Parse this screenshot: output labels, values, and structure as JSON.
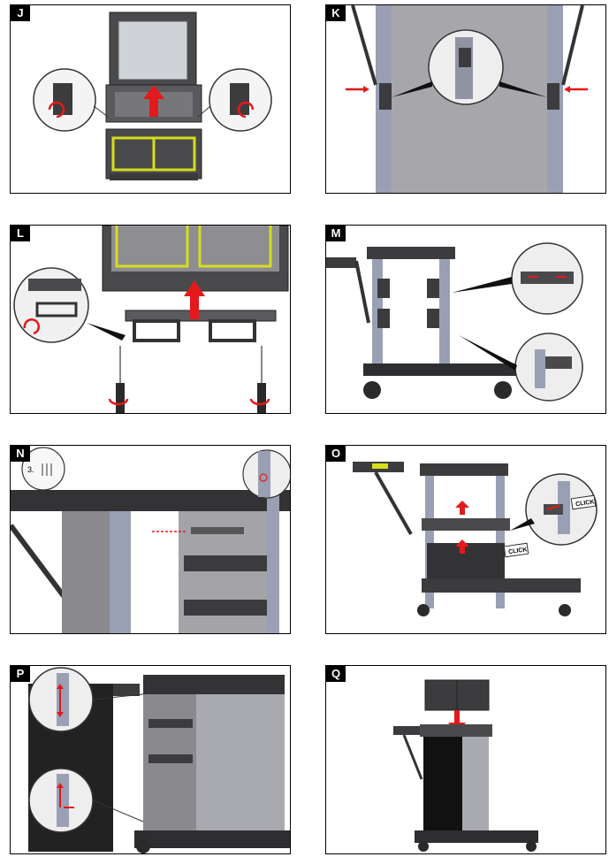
{
  "panels": {
    "j": {
      "label": "J"
    },
    "k": {
      "label": "K"
    },
    "l": {
      "label": "L"
    },
    "m": {
      "label": "M"
    },
    "n": {
      "label": "N",
      "parts_qty": "3."
    },
    "o": {
      "label": "O",
      "click_1": "CLICK",
      "click_2": "CLICK"
    },
    "p": {
      "label": "P"
    },
    "q": {
      "label": "Q"
    }
  },
  "colors": {
    "arrow_red": "#e3191b",
    "highlight_yellow": "#d6dd1c",
    "dark_plastic": "#3c3c3e",
    "metal_gray": "#9aa0ad"
  }
}
